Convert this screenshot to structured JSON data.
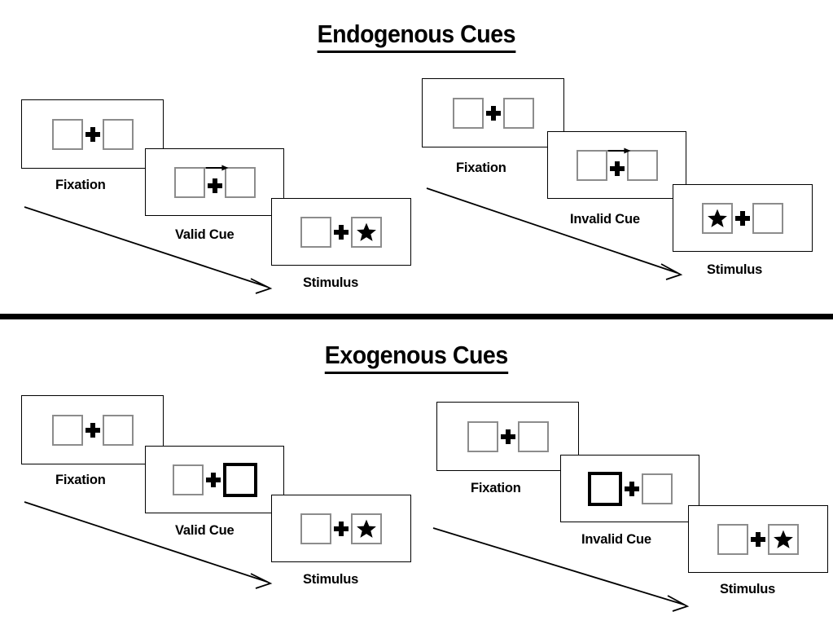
{
  "sections": [
    {
      "key": "endogenous",
      "title": "Endogenous Cues",
      "columns": [
        {
          "key": "valid",
          "cue_label": "Valid Cue",
          "frames": [
            {
              "label": "Fixation",
              "kind": "fixation",
              "cue": "none",
              "target": "none"
            },
            {
              "label": "Valid Cue",
              "kind": "cue",
              "cue": "arrow-right",
              "target": "none"
            },
            {
              "label": "Stimulus",
              "kind": "stimulus",
              "cue": "none",
              "target": "right"
            }
          ]
        },
        {
          "key": "invalid",
          "cue_label": "Invalid Cue",
          "frames": [
            {
              "label": "Fixation",
              "kind": "fixation",
              "cue": "none",
              "target": "none"
            },
            {
              "label": "Invalid Cue",
              "kind": "cue",
              "cue": "arrow-right",
              "target": "none"
            },
            {
              "label": "Stimulus",
              "kind": "stimulus",
              "cue": "none",
              "target": "left"
            }
          ]
        }
      ]
    },
    {
      "key": "exogenous",
      "title": "Exogenous Cues",
      "columns": [
        {
          "key": "valid",
          "cue_label": "Valid Cue",
          "frames": [
            {
              "label": "Fixation",
              "kind": "fixation",
              "cue": "none",
              "target": "none"
            },
            {
              "label": "Valid Cue",
              "kind": "cue",
              "cue": "box-right",
              "target": "none"
            },
            {
              "label": "Stimulus",
              "kind": "stimulus",
              "cue": "none",
              "target": "right"
            }
          ]
        },
        {
          "key": "invalid",
          "cue_label": "Invalid Cue",
          "frames": [
            {
              "label": "Fixation",
              "kind": "fixation",
              "cue": "none",
              "target": "none"
            },
            {
              "label": "Invalid Cue",
              "kind": "cue",
              "cue": "box-left",
              "target": "none"
            },
            {
              "label": "Stimulus",
              "kind": "stimulus",
              "cue": "none",
              "target": "right"
            }
          ]
        }
      ]
    }
  ],
  "labels": {
    "fixation": "Fixation",
    "valid_cue": "Valid Cue",
    "invalid_cue": "Invalid Cue",
    "stimulus": "Stimulus"
  },
  "icons": {
    "plus": "fixation-cross-icon",
    "star": "star-target-icon",
    "arrow": "arrow-right-cue-icon",
    "progression": "time-progression-arrow-icon"
  },
  "colors": {
    "ink": "#000000",
    "box_border": "#8c8c8c",
    "frame_border": "#000000",
    "background": "#ffffff"
  }
}
